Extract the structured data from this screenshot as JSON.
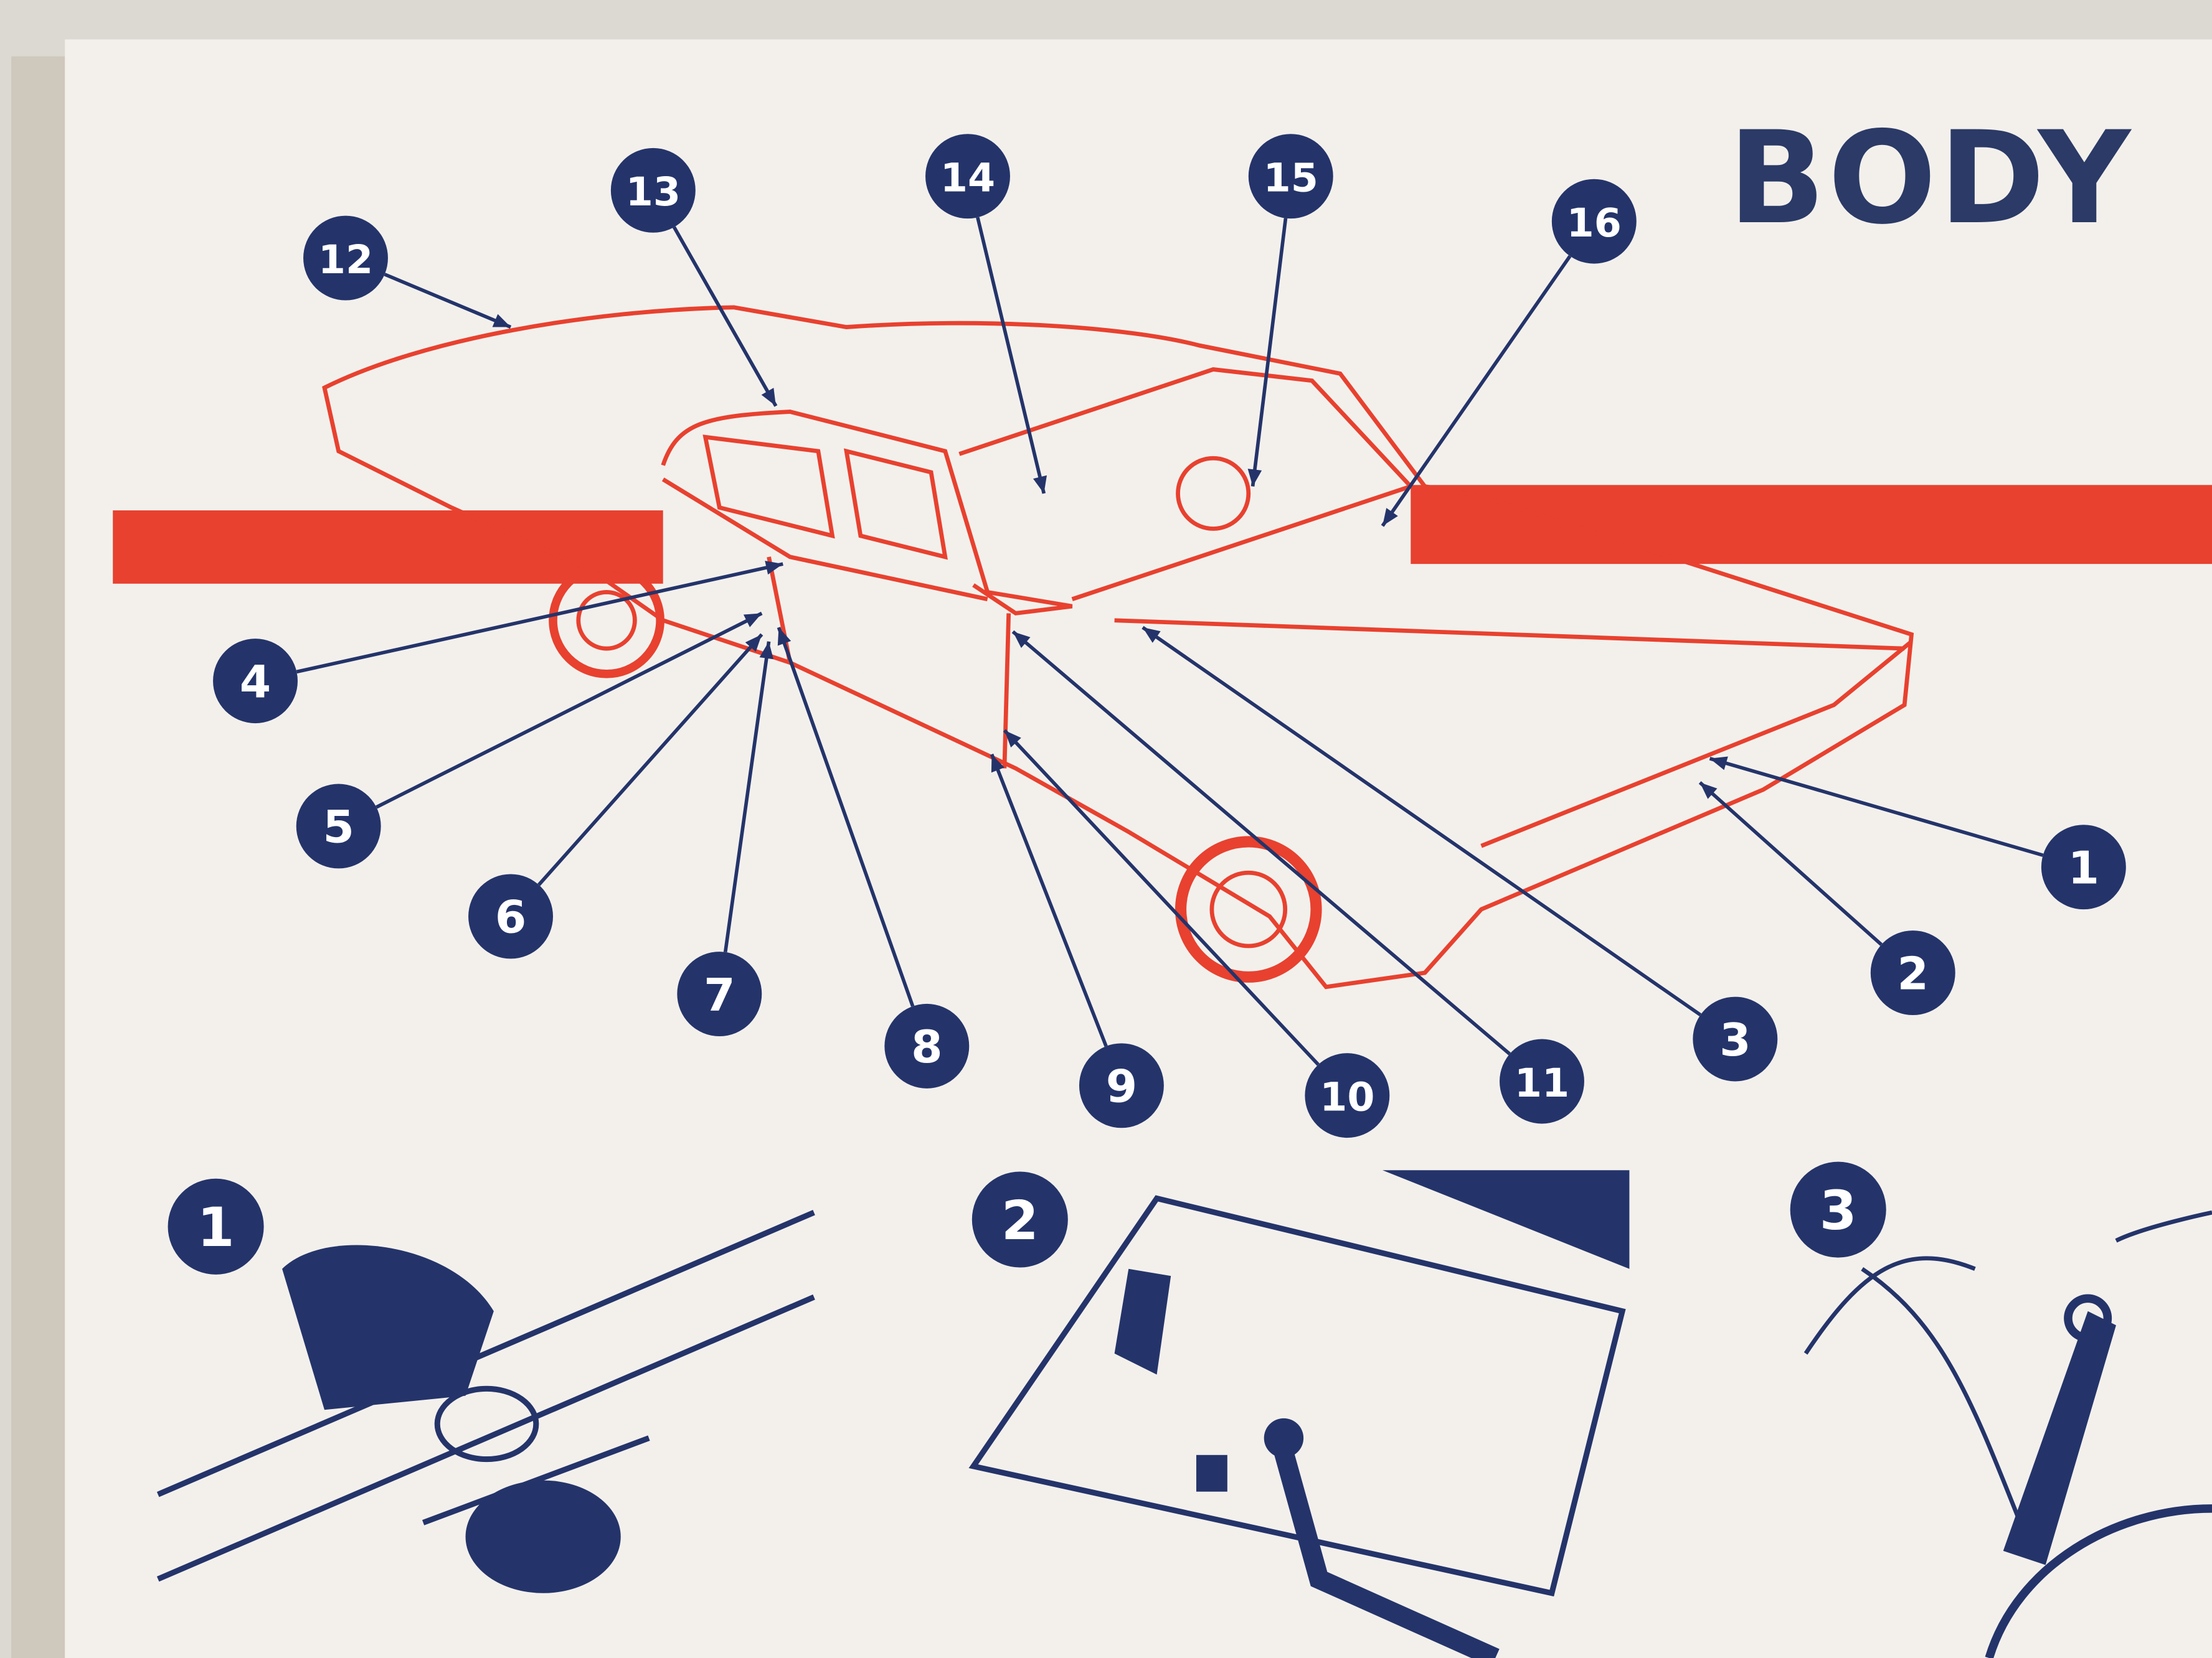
{
  "title": "BODY",
  "colors": {
    "navy": "#24346a",
    "red": "#e8412f",
    "paper": "#f3f0ec"
  },
  "callouts": [
    {
      "label": "1"
    },
    {
      "label": "2"
    },
    {
      "label": "3"
    },
    {
      "label": "4"
    },
    {
      "label": "5"
    },
    {
      "label": "6"
    },
    {
      "label": "7"
    },
    {
      "label": "8"
    },
    {
      "label": "9"
    },
    {
      "label": "10"
    },
    {
      "label": "11"
    },
    {
      "label": "12"
    },
    {
      "label": "13"
    },
    {
      "label": "14"
    },
    {
      "label": "15"
    },
    {
      "label": "16"
    }
  ],
  "insets": [
    {
      "label": "1"
    },
    {
      "label": "2"
    },
    {
      "label": "3"
    }
  ]
}
